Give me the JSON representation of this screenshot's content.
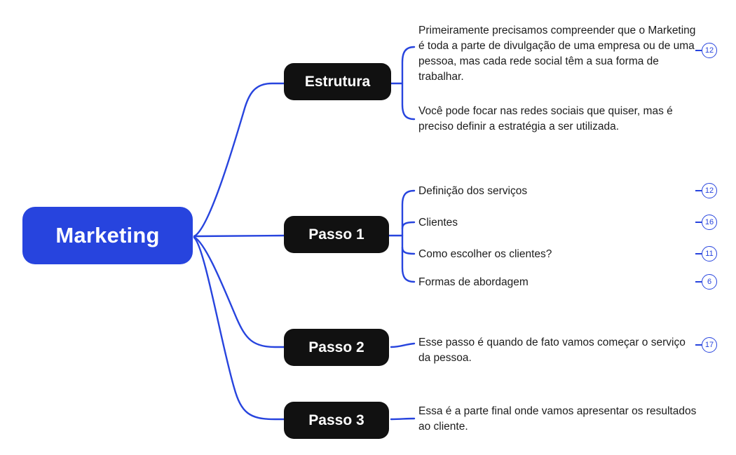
{
  "colors": {
    "accent_blue": "#2744DE",
    "node_black": "#111111",
    "text_dark": "#1c1c1c",
    "node_text": "#ffffff",
    "background": "#ffffff"
  },
  "root": {
    "label": "Marketing"
  },
  "branches": [
    {
      "label": "Estrutura",
      "children": [
        {
          "text": "Primeiramente precisamos compreender que o Marketing é toda a parte de divulgação de uma empresa ou de uma pessoa, mas cada rede social têm a sua forma de trabalhar.",
          "badge": "12"
        },
        {
          "text": "Você pode focar nas redes sociais que quiser, mas é preciso definir a estratégia a ser utilizada."
        }
      ]
    },
    {
      "label": "Passo 1",
      "children": [
        {
          "text": "Definição dos serviços",
          "badge": "12"
        },
        {
          "text": "Clientes",
          "badge": "16"
        },
        {
          "text": "Como escolher os clientes?",
          "badge": "11"
        },
        {
          "text": "Formas de abordagem",
          "badge": "6"
        }
      ]
    },
    {
      "label": "Passo 2",
      "children": [
        {
          "text": "Esse passo é quando de fato vamos começar o serviço da pessoa.",
          "badge": "17"
        }
      ]
    },
    {
      "label": "Passo 3",
      "children": [
        {
          "text": "Essa é a parte final onde vamos apresentar os resultados ao cliente."
        }
      ]
    }
  ]
}
